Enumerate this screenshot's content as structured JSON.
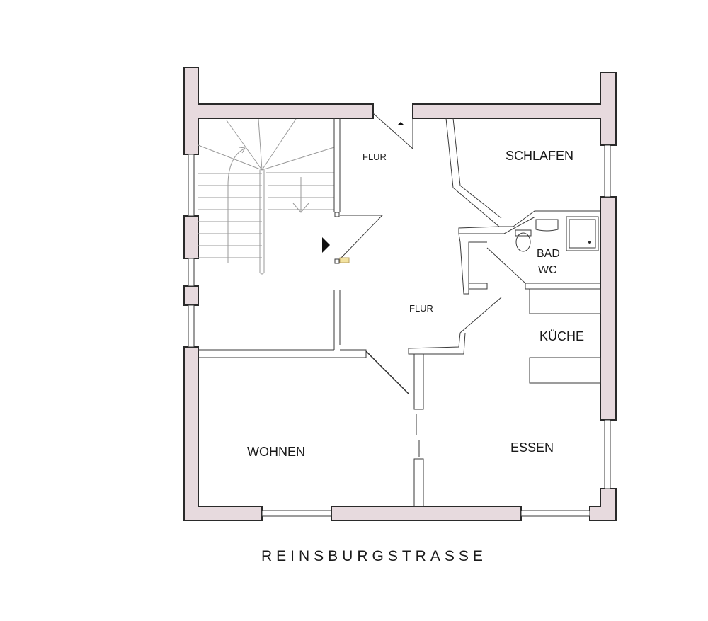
{
  "rooms": {
    "flur_upper": "FLUR",
    "flur_lower": "FLUR",
    "schlafen": "SCHLAFEN",
    "bad_line1": "BAD",
    "bad_line2": "WC",
    "kueche": "KÜCHE",
    "wohnen": "WOHNEN",
    "essen": "ESSEN"
  },
  "street_name": "REINSBURGSTRASSE",
  "colors": {
    "wall_fill": "#e7dade",
    "outline": "#2a2a2a",
    "entry_marker": "#f2e2a0"
  }
}
